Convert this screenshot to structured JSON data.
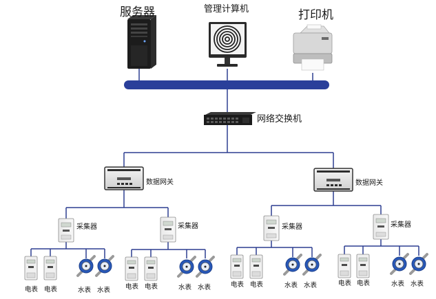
{
  "top_devices": {
    "server_label": "服务器",
    "computer_label": "管理计算机",
    "printer_label": "打印机"
  },
  "switch_label": "网络交换机",
  "branches": [
    {
      "gateway_label": "数据网关",
      "collectors": [
        {
          "label": "采集器",
          "meters": [
            "电表",
            "电表",
            "水表",
            "水表"
          ]
        },
        {
          "label": "采集器",
          "meters": [
            "电表",
            "电表",
            "水表",
            "水表"
          ]
        }
      ]
    },
    {
      "gateway_label": "数据网关",
      "collectors": [
        {
          "label": "采集器",
          "meters": [
            "电表",
            "电表",
            "水表",
            "水表"
          ]
        },
        {
          "label": "采集器",
          "meters": [
            "电表",
            "电表",
            "水表",
            "水表"
          ]
        }
      ]
    }
  ],
  "colors": {
    "bus": "#2a3f9a",
    "line": "#2c3d90",
    "water_meter": "#2858b8"
  }
}
